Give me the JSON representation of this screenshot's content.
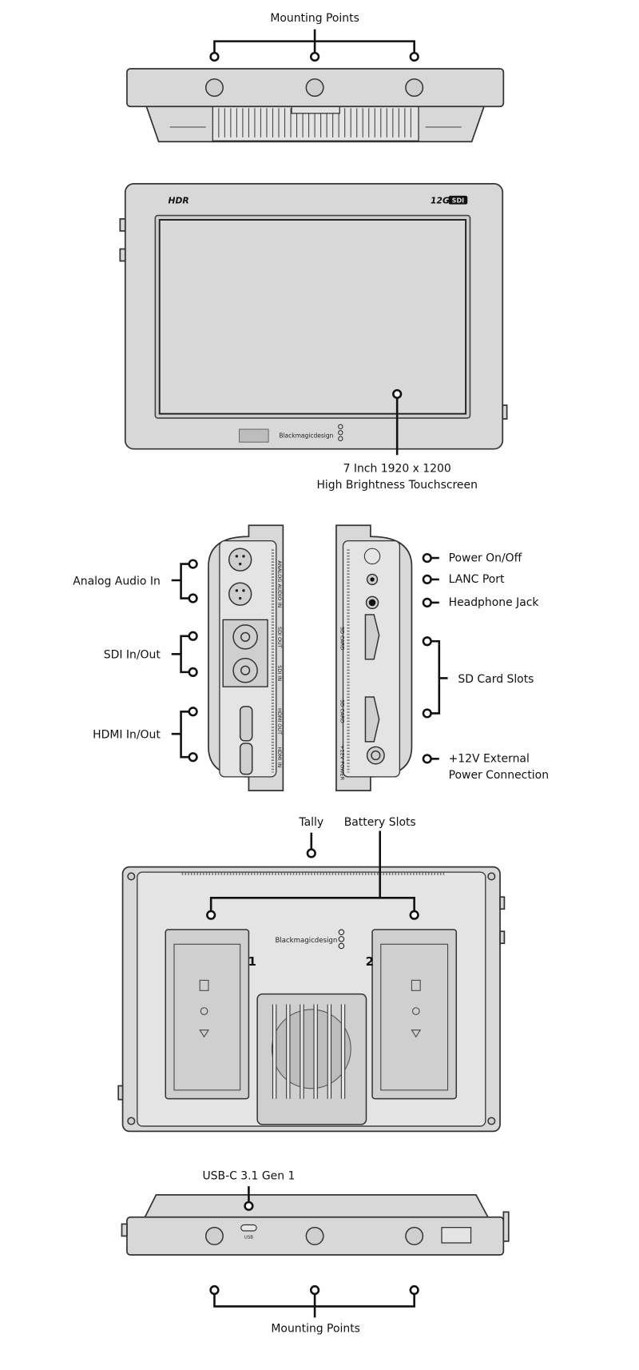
{
  "top_view": {
    "label": "Mounting Points"
  },
  "front_view": {
    "badge_hdr": "HDR",
    "badge_12g": "12G",
    "badge_sdi": "SDI",
    "brand": "Blackmagicdesign",
    "screen_label_line1": "7 Inch 1920 x 1200",
    "screen_label_line2": "High Brightness Touchscreen"
  },
  "left_side": {
    "callouts": [
      "Analog Audio In",
      "SDI In/Out",
      "HDMI In/Out"
    ],
    "port_labels": [
      "ANALOG AUDIO IN",
      "SDI OUT",
      "SDI IN",
      "HDMI OUT",
      "HDMI IN"
    ]
  },
  "right_side": {
    "callouts": [
      "Power On/Off",
      "LANC Port",
      "Headphone Jack",
      "SD Card Slots",
      "+12V External",
      "Power Connection"
    ],
    "port_labels": [
      "SD CARD",
      "SD CARD",
      "+12V POWER"
    ]
  },
  "back_view": {
    "tally": "Tally",
    "battery_slots": "Battery Slots",
    "brand": "Blackmagicdesign",
    "slot_numbers": [
      "1",
      "2"
    ]
  },
  "bottom_view": {
    "usb_label": "USB-C 3.1 Gen 1",
    "usb_port_text": "USB",
    "label": "Mounting Points"
  }
}
